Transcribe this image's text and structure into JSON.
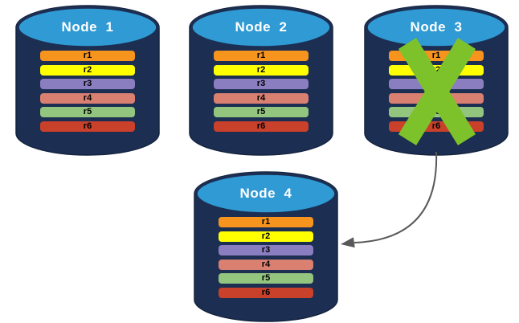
{
  "colors": {
    "cylinder_body": "#1C2E52",
    "cylinder_outline": "#14233F",
    "cylinder_top": "#2F9AD3",
    "node_label_text": "#FFFFFF",
    "bar_text": "#000000",
    "failure_cross": "#7EC22B",
    "arrow": "#595959"
  },
  "replicas": [
    {
      "id": "r1",
      "color": "#F7941D"
    },
    {
      "id": "r2",
      "color": "#FFFF00"
    },
    {
      "id": "r3",
      "color": "#8A7DC0"
    },
    {
      "id": "r4",
      "color": "#DA8071"
    },
    {
      "id": "r5",
      "color": "#93C57F"
    },
    {
      "id": "r6",
      "color": "#C9402B"
    }
  ],
  "nodes": [
    {
      "label": "Node  1",
      "status": "active"
    },
    {
      "label": "Node  2",
      "status": "active"
    },
    {
      "label": "Node  3",
      "status": "failed"
    },
    {
      "label": "Node  4",
      "status": "active"
    }
  ],
  "arrow": {
    "from": "Node 3",
    "to": "Node 4"
  }
}
